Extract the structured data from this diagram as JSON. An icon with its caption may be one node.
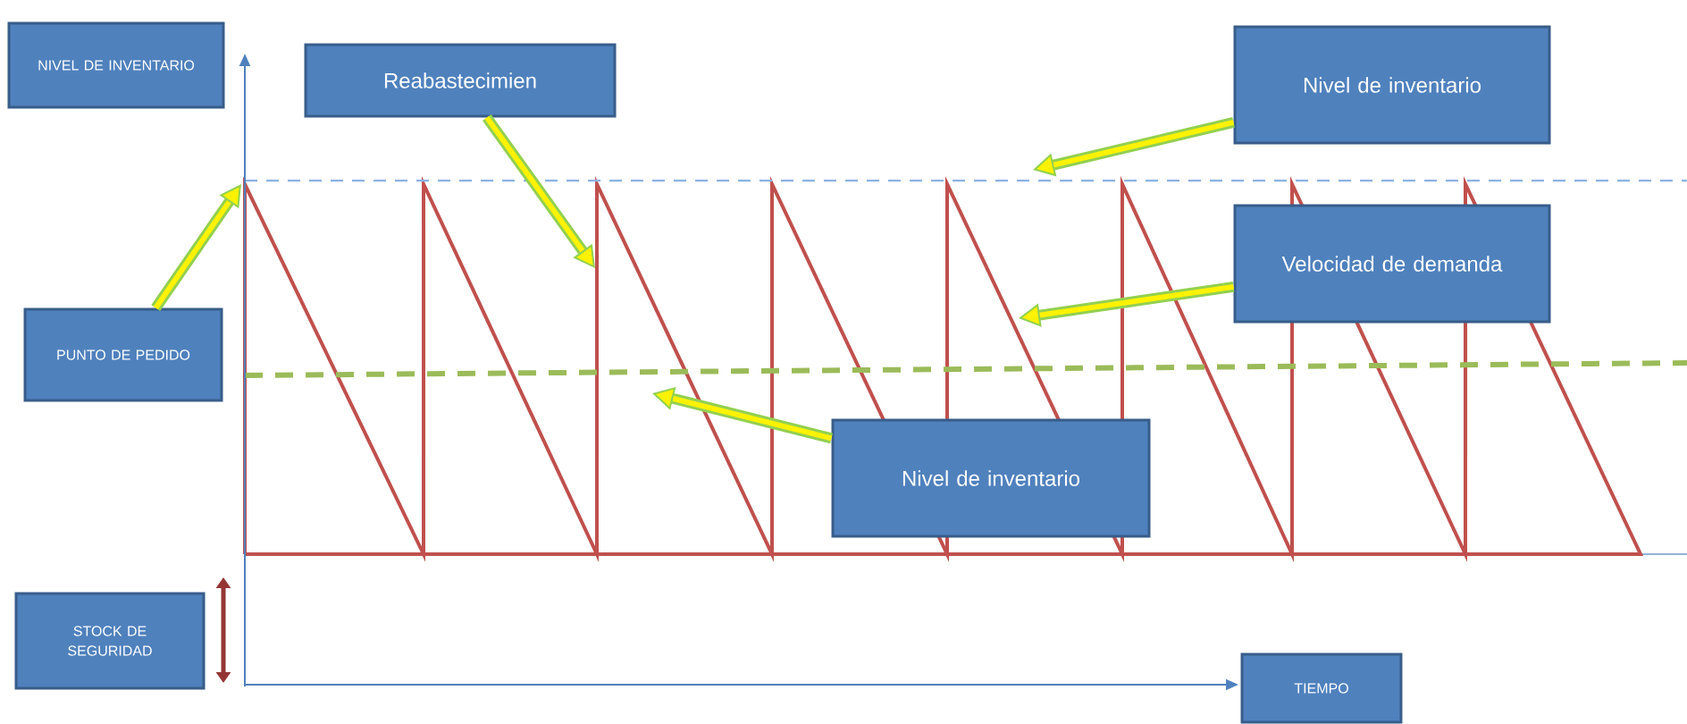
{
  "diagram": {
    "nodes": [
      {
        "text": [
          "NIVEL DE INVENTARIO"
        ]
      },
      {
        "text": [
          "Reabastecimien"
        ]
      },
      {
        "text": [
          "Nivel de inventario"
        ]
      },
      {
        "text": [
          "Velocidad de demanda"
        ]
      },
      {
        "text": [
          "PUNTO DE PEDIDO"
        ]
      },
      {
        "text": [
          "Nivel de inventario"
        ]
      },
      {
        "text": [
          "STOCK DE SEGURIDAD"
        ]
      },
      {
        "text": [
          "TIEMPO"
        ]
      }
    ],
    "edges": [
      {
        "from": 4,
        "to": null,
        "arrow": "to"
      },
      {
        "from": 1,
        "to": null,
        "arrow": "to"
      },
      {
        "from": 2,
        "to": null,
        "arrow": "to"
      },
      {
        "from": 3,
        "to": null,
        "arrow": "to"
      },
      {
        "from": 5,
        "to": null,
        "arrow": "to"
      }
    ]
  }
}
